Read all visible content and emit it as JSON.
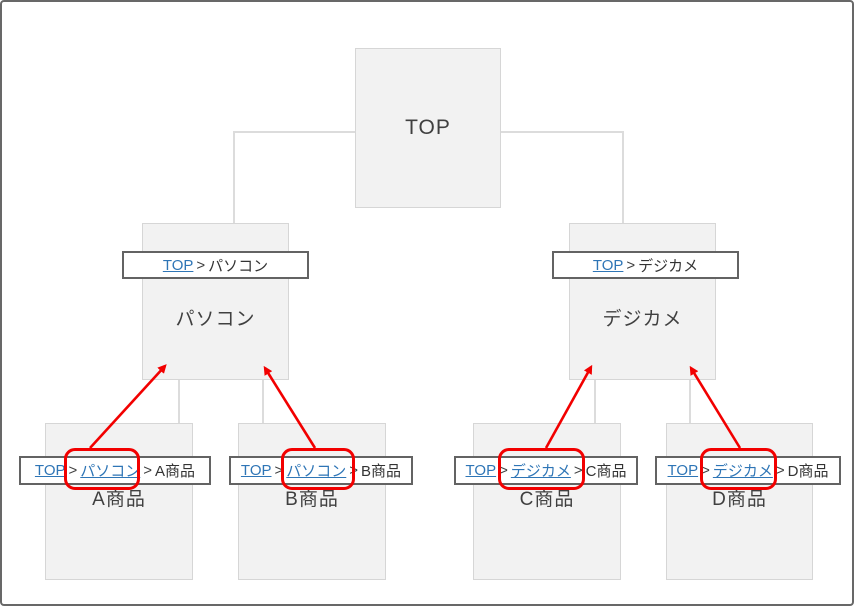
{
  "palette": {
    "frame_border": "#686868",
    "box_fill": "#f2f2f2",
    "box_border": "#d6d6d6",
    "connector_gray": "#dcdcdc",
    "text_dark": "#404040",
    "link_blue": "#2e75b6",
    "label_border": "#636363",
    "highlight_red": "#f20000"
  },
  "nodes": {
    "top": {
      "label": "TOP"
    },
    "pasokon": {
      "label": "パソコン"
    },
    "dejikame": {
      "label": "デジカメ"
    },
    "product_a": {
      "label": "A商品"
    },
    "product_b": {
      "label": "B商品"
    },
    "product_c": {
      "label": "C商品"
    },
    "product_d": {
      "label": "D商品"
    }
  },
  "breadcrumbs": {
    "separator": ">",
    "pasokon": {
      "home": "TOP",
      "category": "パソコン"
    },
    "dejikame": {
      "home": "TOP",
      "category": "デジカメ"
    },
    "product_a": {
      "home": "TOP",
      "category": "パソコン",
      "product": "A商品"
    },
    "product_b": {
      "home": "TOP",
      "category": "パソコン",
      "product": "B商品"
    },
    "product_c": {
      "home": "TOP",
      "category": "デジカメ",
      "product": "C商品"
    },
    "product_d": {
      "home": "TOP",
      "category": "デジカメ",
      "product": "D商品"
    }
  }
}
